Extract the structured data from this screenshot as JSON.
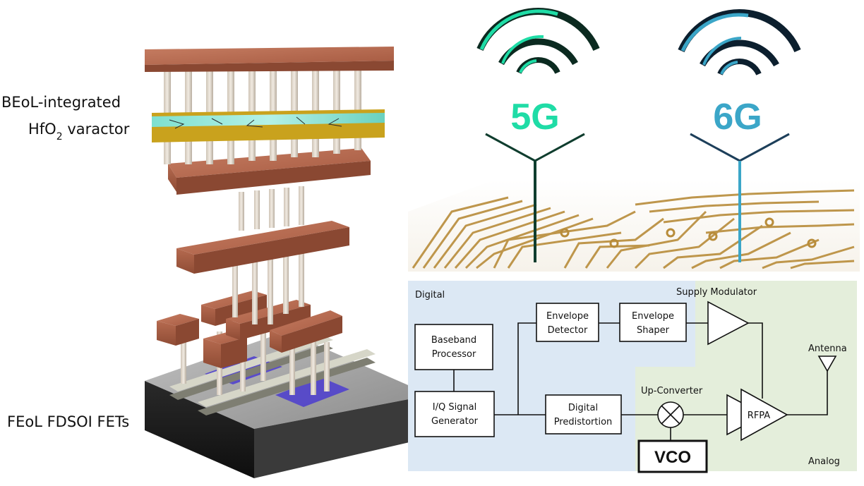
{
  "left_panel": {
    "beol_label_line1": "BEoL-integrated",
    "beol_label_line2_pre": "HfO",
    "beol_label_line2_sub": "2",
    "beol_label_line2_post": " varactor",
    "feol_label": "FEoL FDSOI FETs"
  },
  "wireless": {
    "label_5g": "5G",
    "label_6g": "6G",
    "color_5g": "#1fdca6",
    "color_6g": "#3ba6c8"
  },
  "block_diagram": {
    "digital_label": "Digital",
    "analog_label": "Analog",
    "supply_modulator_label": "Supply Modulator",
    "antenna_label": "Antenna",
    "up_converter_label": "Up-Converter",
    "rfpa_label": "RFPA",
    "vco_label": "VCO",
    "baseband_line1": "Baseband",
    "baseband_line2": "Processor",
    "iq_line1": "I/Q Signal",
    "iq_line2": "Generator",
    "env_det_line1": "Envelope",
    "env_det_line2": "Detector",
    "env_shp_line1": "Envelope",
    "env_shp_line2": "Shaper",
    "dpd_line1": "Digital",
    "dpd_line2": "Predistortion",
    "digital_bg": "#dce8f4",
    "analog_bg": "#e4eedb"
  }
}
